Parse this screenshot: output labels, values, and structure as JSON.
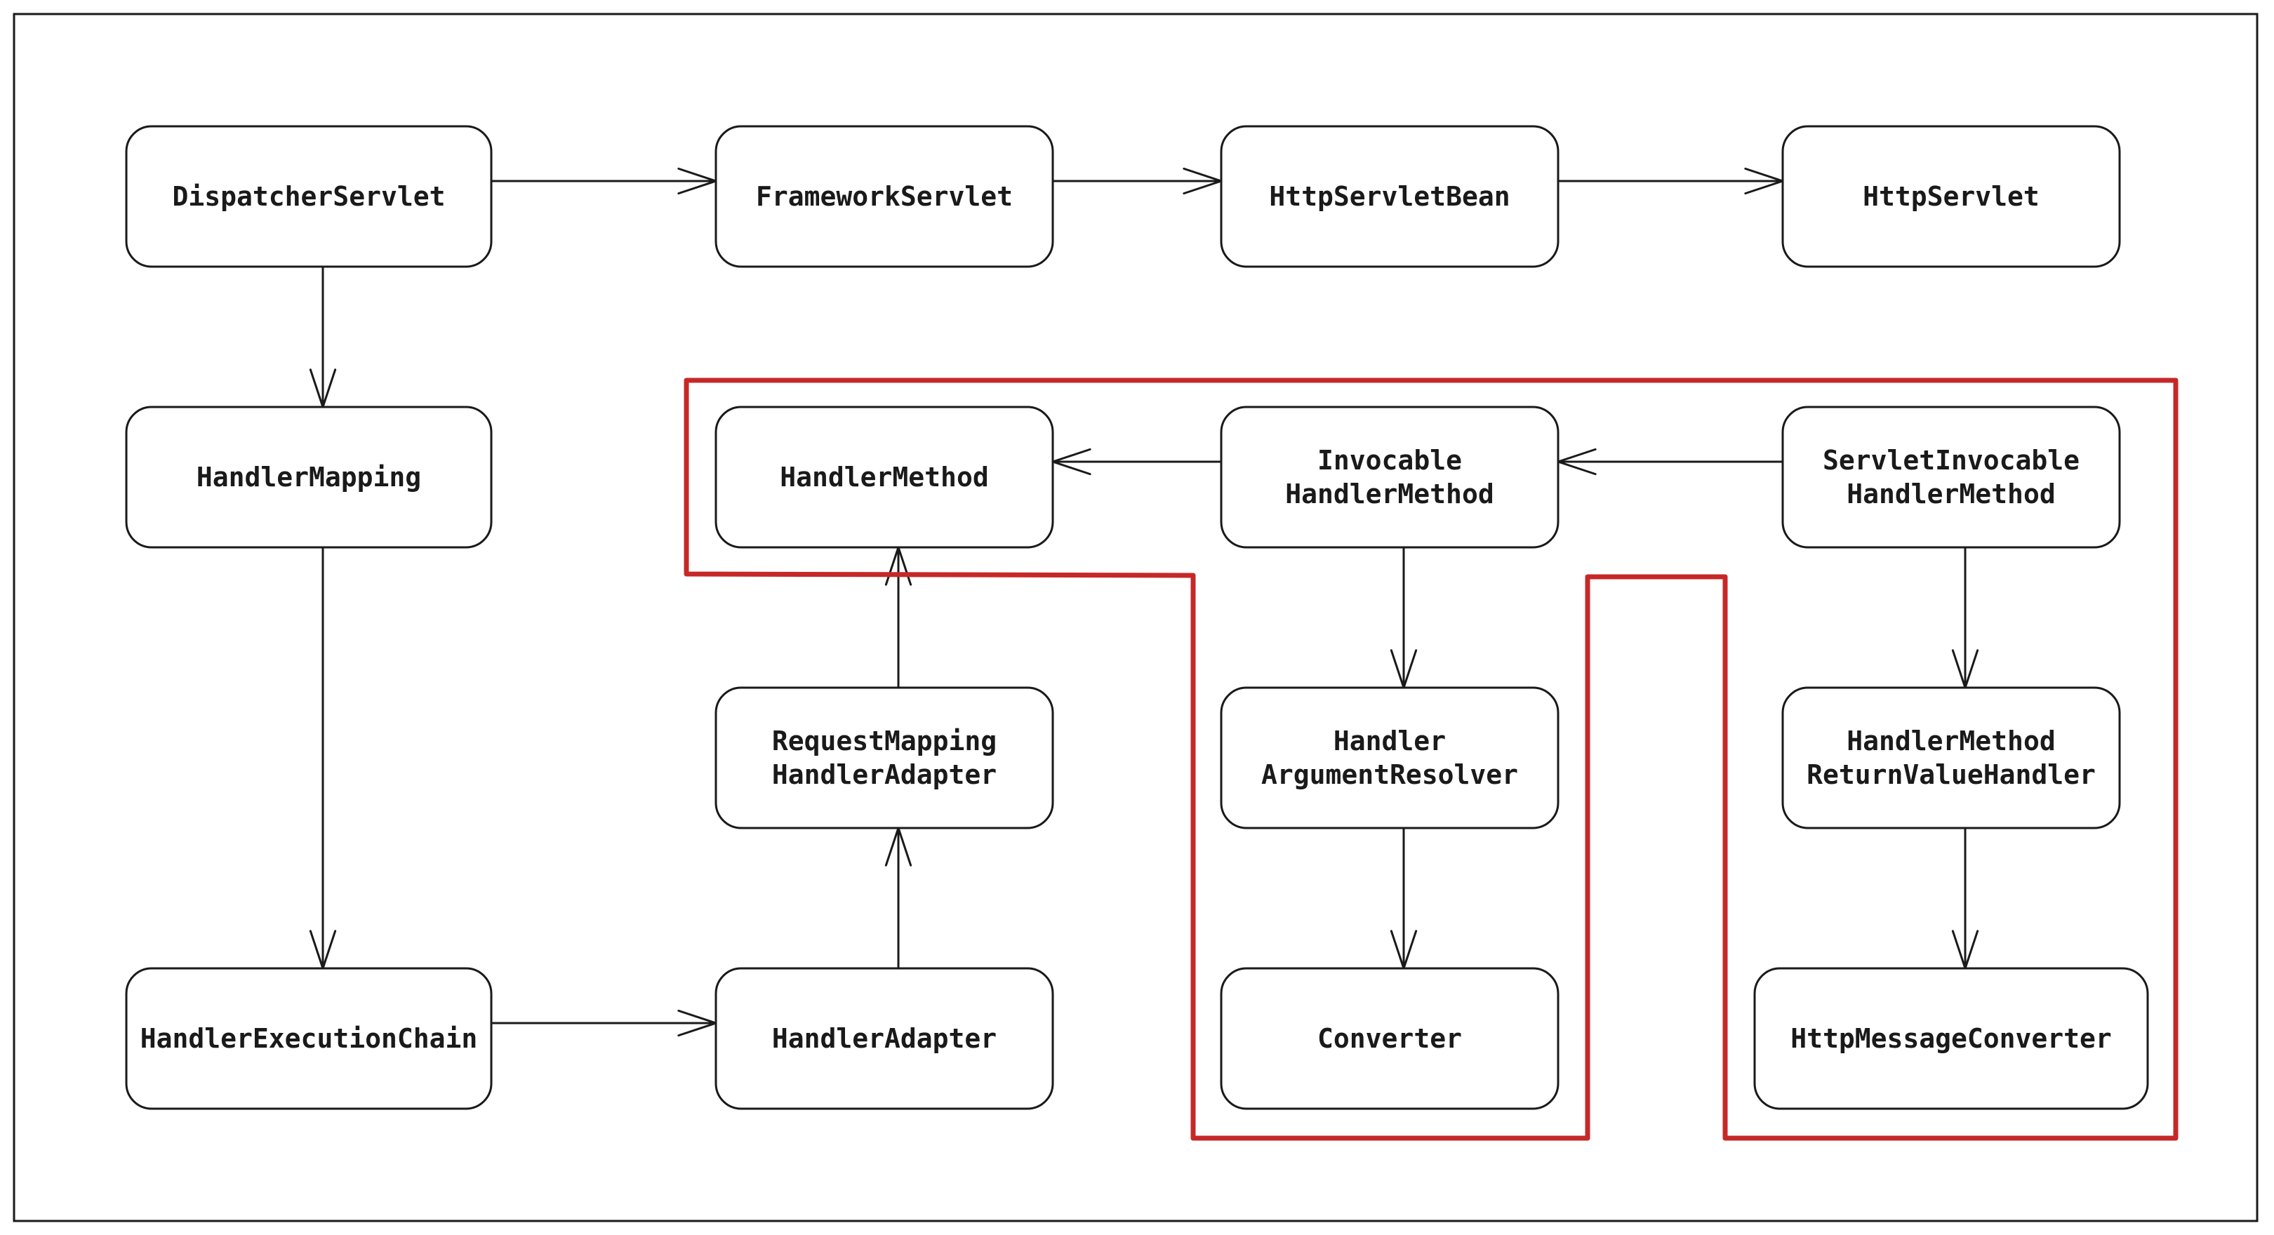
{
  "diagram": {
    "highlight_color": "#c62828",
    "line_color": "#1a1a1a",
    "nodes": {
      "dispatcher_servlet": [
        "DispatcherServlet"
      ],
      "framework_servlet": [
        "FrameworkServlet"
      ],
      "http_servlet_bean": [
        "HttpServletBean"
      ],
      "http_servlet": [
        "HttpServlet"
      ],
      "handler_mapping": [
        "HandlerMapping"
      ],
      "handler_method": [
        "HandlerMethod"
      ],
      "invocable_handler_method": [
        "Invocable",
        "HandlerMethod"
      ],
      "servlet_invocable_handler_method": [
        "ServletInvocable",
        "HandlerMethod"
      ],
      "request_mapping_handler_adapter": [
        "RequestMapping",
        "HandlerAdapter"
      ],
      "handler_argument_resolver": [
        "Handler",
        "ArgumentResolver"
      ],
      "handler_method_return_value_handler": [
        "HandlerMethod",
        "ReturnValueHandler"
      ],
      "handler_execution_chain": [
        "HandlerExecutionChain"
      ],
      "handler_adapter": [
        "HandlerAdapter"
      ],
      "converter": [
        "Converter"
      ],
      "http_message_converter": [
        "HttpMessageConverter"
      ]
    },
    "edges": [
      {
        "from": "dispatcher_servlet",
        "to": "framework_servlet"
      },
      {
        "from": "framework_servlet",
        "to": "http_servlet_bean"
      },
      {
        "from": "http_servlet_bean",
        "to": "http_servlet"
      },
      {
        "from": "dispatcher_servlet",
        "to": "handler_mapping"
      },
      {
        "from": "handler_mapping",
        "to": "handler_execution_chain"
      },
      {
        "from": "handler_execution_chain",
        "to": "handler_adapter"
      },
      {
        "from": "handler_adapter",
        "to": "request_mapping_handler_adapter"
      },
      {
        "from": "request_mapping_handler_adapter",
        "to": "handler_method"
      },
      {
        "from": "invocable_handler_method",
        "to": "handler_method"
      },
      {
        "from": "servlet_invocable_handler_method",
        "to": "invocable_handler_method"
      },
      {
        "from": "invocable_handler_method",
        "to": "handler_argument_resolver"
      },
      {
        "from": "handler_argument_resolver",
        "to": "converter"
      },
      {
        "from": "servlet_invocable_handler_method",
        "to": "handler_method_return_value_handler"
      },
      {
        "from": "handler_method_return_value_handler",
        "to": "http_message_converter"
      }
    ]
  }
}
